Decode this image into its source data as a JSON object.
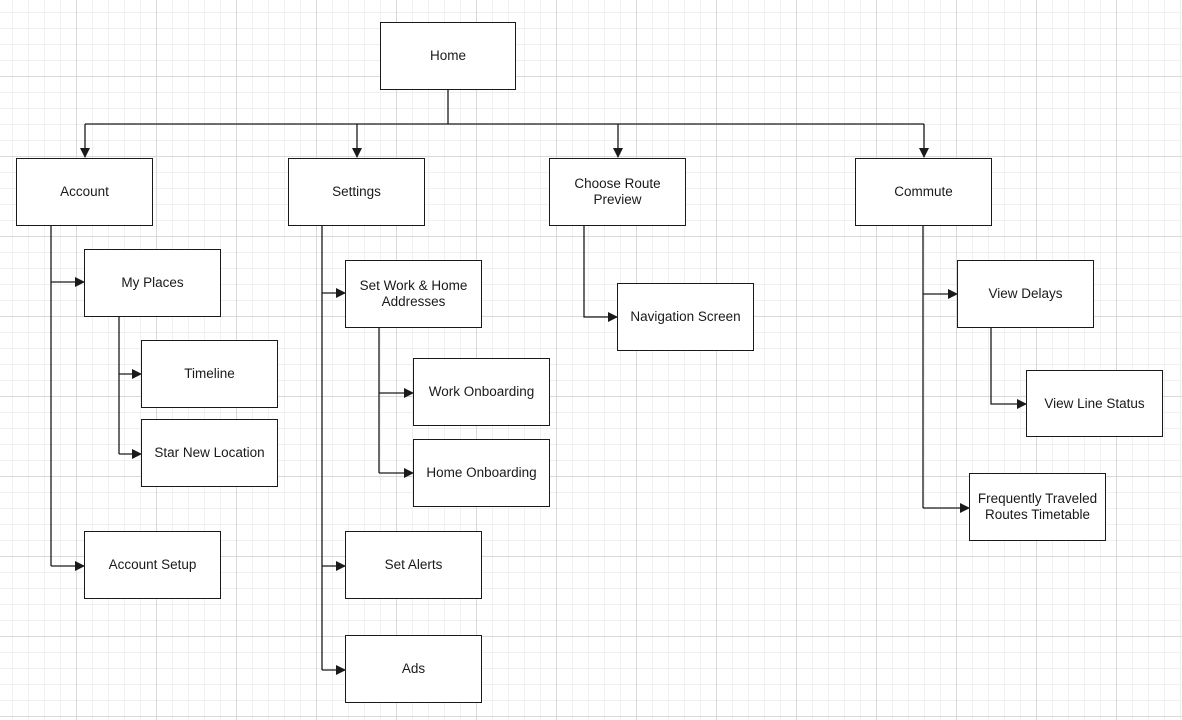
{
  "nodes": {
    "home": "Home",
    "account": "Account",
    "settings": "Settings",
    "choose_route": "Choose Route\nPreview",
    "commute": "Commute",
    "my_places": "My Places",
    "timeline": "Timeline",
    "star_new_location": "Star New Location",
    "account_setup": "Account Setup",
    "set_work_home": "Set Work & Home\nAddresses",
    "work_onboarding": "Work Onboarding",
    "home_onboarding": "Home Onboarding",
    "set_alerts": "Set Alerts",
    "ads": "Ads",
    "navigation_screen": "Navigation Screen",
    "view_delays": "View Delays",
    "view_line_status": "View Line Status",
    "frequently_traveled": "Frequently Traveled\nRoutes Timetable"
  },
  "colors": {
    "line": "#1a1a1a",
    "node_fill": "#ffffff",
    "grid": "#d9d9d9"
  }
}
